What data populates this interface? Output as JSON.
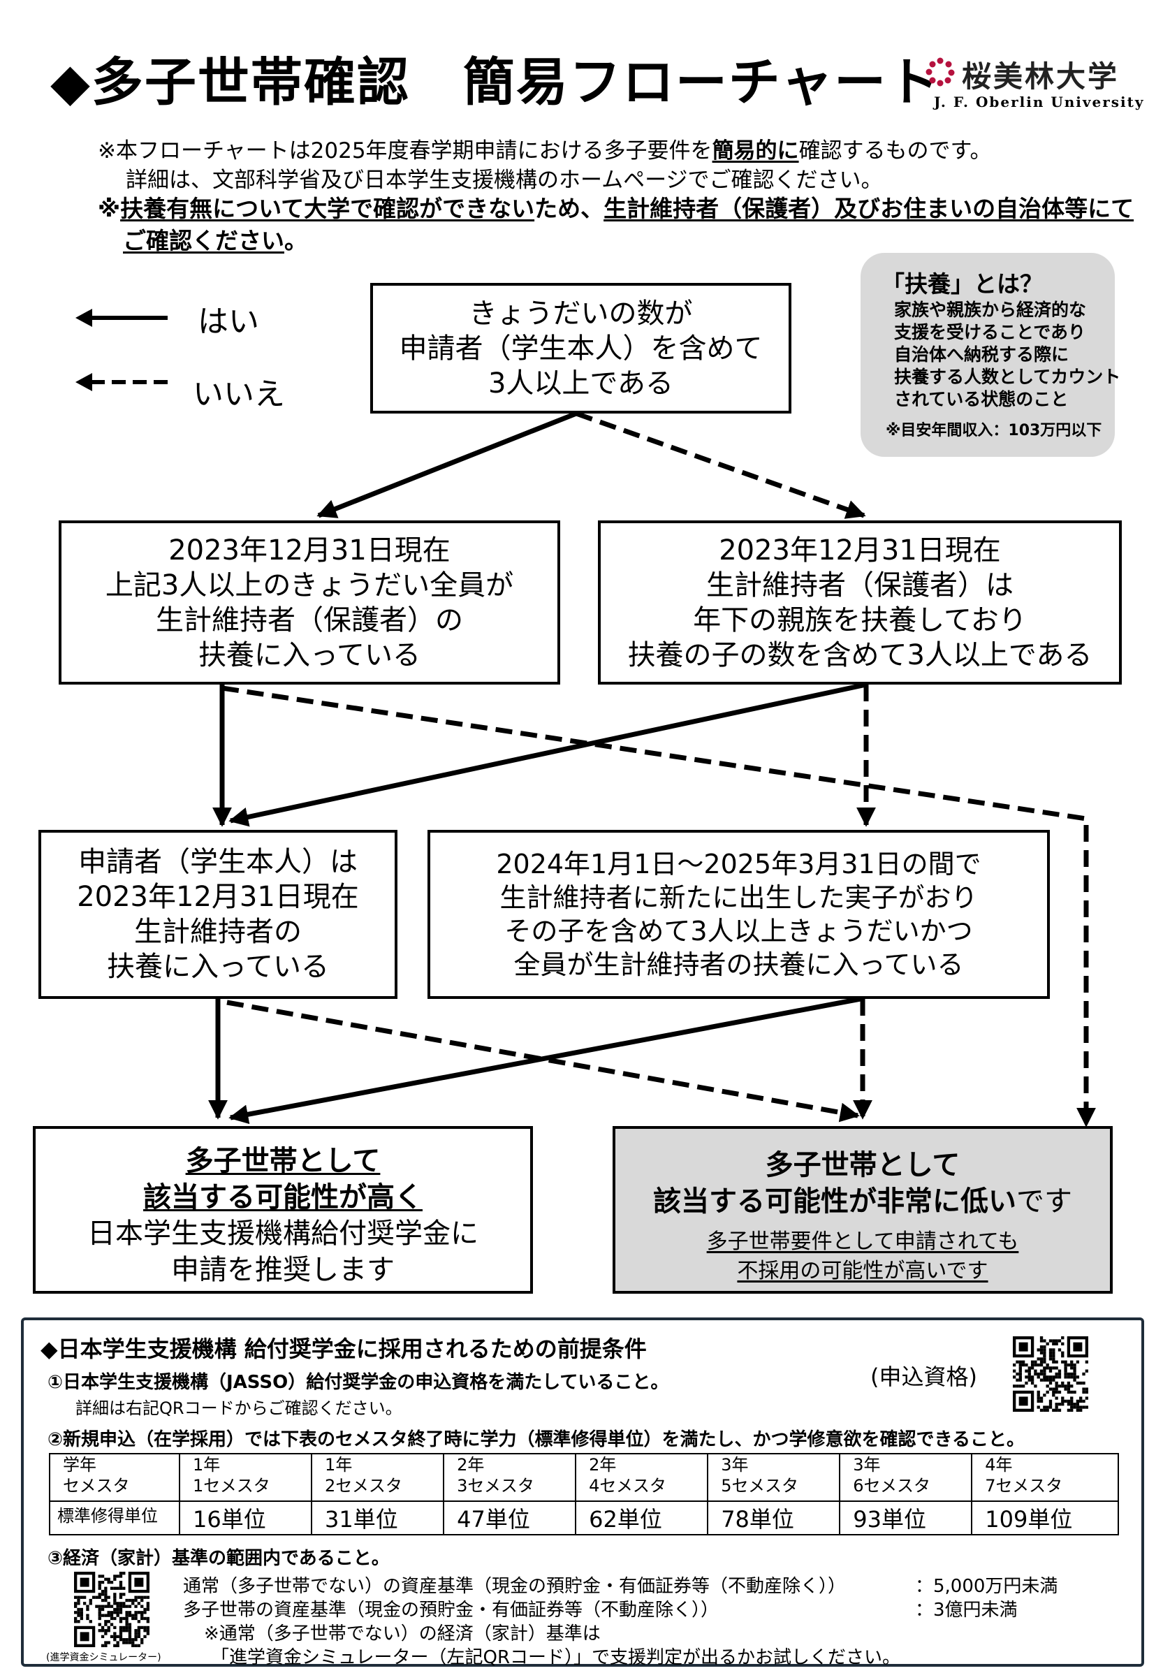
{
  "header": {
    "title": "◆多子世帯確認　簡易フローチャート",
    "logo_name": "桜美林大学",
    "logo_en": "J. F. Oberlin University"
  },
  "notes": {
    "line1_pre": "※本フローチャートは2025年度春学期申請における多子要件を",
    "line1_bold": "簡易的に",
    "line1_post": "確認するものです。",
    "line2": "詳細は、文部科学省及び日本学生支援機構のホームページでご確認ください。",
    "line3_mark": "※",
    "line3_u1": "扶養有無について大学で確認ができない",
    "line3_mid": "ため、",
    "line3_u2": "生計維持者（保護者）及びお住まいの自治体等にて",
    "line4_u": "ご確認ください",
    "line4_end": "。"
  },
  "legend": {
    "yes": "はい",
    "no": "いいえ"
  },
  "info": {
    "title": "「扶養」とは？",
    "lines": [
      "家族や親族から経済的な",
      "支援を受けることであり",
      "自治体へ納税する際に",
      "扶養する人数としてカウント",
      "されている状態のこと"
    ],
    "note": "※目安年間収入：103万円以下"
  },
  "flow": {
    "q1": [
      "きょうだいの数が",
      "申請者（学生本人）を含めて",
      "3人以上である"
    ],
    "q2": [
      "2023年12月31日現在",
      "上記3人以上のきょうだい全員が",
      "生計維持者（保護者）の",
      "扶養に入っている"
    ],
    "q3": [
      "2023年12月31日現在",
      "生計維持者（保護者）は",
      "年下の親族を扶養しており",
      "扶養の子の数を含めて3人以上である"
    ],
    "q4": [
      "申請者（学生本人）は",
      "2023年12月31日現在",
      "生計維持者の",
      "扶養に入っている"
    ],
    "q5": [
      "2024年1月1日～2025年3月31日の間で",
      "生計維持者に新たに出生した実子がおり",
      "その子を含めて3人以上きょうだいかつ",
      "全員が生計維持者の扶養に入っている"
    ]
  },
  "result_high": {
    "line1": "多子世帯として",
    "line2": "該当する可能性が高く",
    "line3": "日本学生支援機構給付奨学金に",
    "line4": "申請を推奨します"
  },
  "result_low": {
    "line1": "多子世帯として",
    "line2_bold": "該当する可能性が非常に低い",
    "line2_end": "です",
    "line3": "多子世帯要件として申請されても",
    "line4": "不採用の可能性が高いです"
  },
  "conditions": {
    "title": "◆日本学生支援機構 給付奨学金に採用されるための前提条件",
    "c1": "①日本学生支援機構（JASSO）給付奨学金の申込資格を満たしていること。",
    "c1_sub": "詳細は右記QRコードからご確認ください。",
    "qr1_label": "(申込資格)",
    "c2": "②新規申込（在学採用）では下表のセメスタ終了時に学力（標準修得単位）を満たし、かつ学修意欲を確認できること。",
    "table": {
      "head_label": [
        "学年",
        "セメスタ"
      ],
      "years": [
        "1年",
        "1年",
        "2年",
        "2年",
        "3年",
        "3年",
        "4年"
      ],
      "semesters": [
        "1セメスタ",
        "2セメスタ",
        "3セメスタ",
        "4セメスタ",
        "5セメスタ",
        "6セメスタ",
        "7セメスタ"
      ],
      "row_label": "標準修得単位",
      "credits": [
        "16単位",
        "31単位",
        "47単位",
        "62単位",
        "78単位",
        "93単位",
        "109単位"
      ]
    },
    "c3": "③経済（家計）基準の範囲内であること。",
    "c3_l1": "通常（多子世帯でない）の資産基準（現金の預貯金・有価証券等（不動産除く））",
    "c3_v1": "：5,000万円未満",
    "c3_l2": "多子世帯の資産基準（現金の預貯金・有価証券等（不動産除く））",
    "c3_v2": "：3億円未満",
    "c3_l3": "※通常（多子世帯でない）の経済（家計）基準は",
    "c3_l4": "「進学資金シミュレーター（左記QRコード）」で支援判定が出るかお試しください。",
    "qr2_label": "(進学資金シミュレーター)"
  }
}
